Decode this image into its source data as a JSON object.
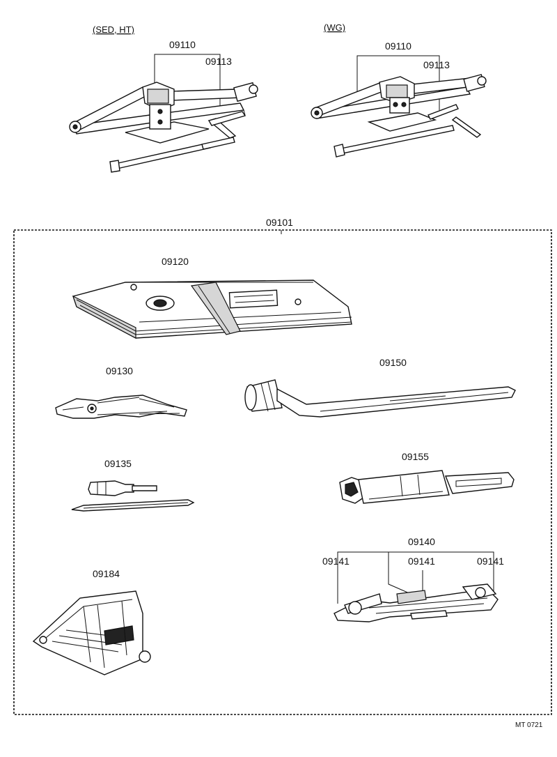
{
  "variants": {
    "sed_ht": "(SED, HT)",
    "wg": "(WG)"
  },
  "parts": {
    "jack_sed": "09110",
    "handle_sed": "09113",
    "jack_wg": "09110",
    "handle_wg": "09113",
    "tool_set": "09101",
    "tool_bag": "09120",
    "pliers": "09130",
    "screwdriver": "09135",
    "wheel_wrench": "09150",
    "plug_wrench": "09155",
    "wrench_set": "09140",
    "wrench_a": "09141",
    "wrench_b": "09141",
    "wrench_c": "09141",
    "wheel_chock": "09184"
  },
  "diagram_code": "MT 0721"
}
